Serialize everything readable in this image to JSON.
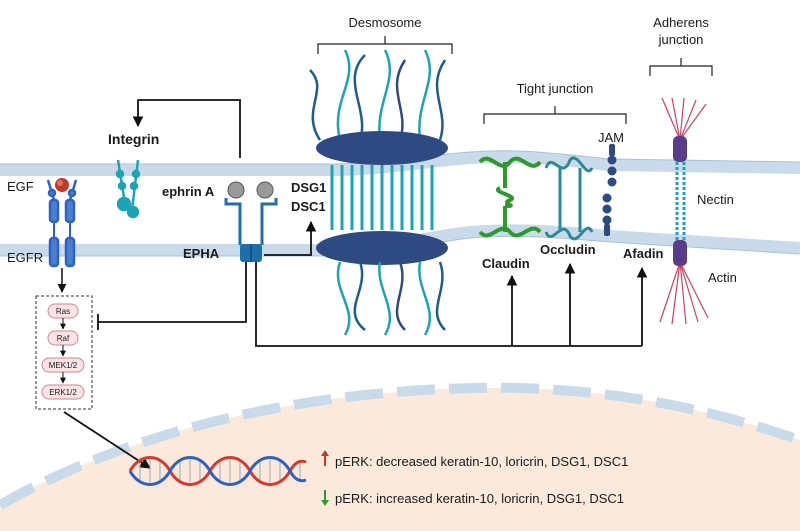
{
  "labels": {
    "desmosome": "Desmosome",
    "adherens_junction": [
      "Adherens",
      "junction"
    ],
    "tight_junction": "Tight junction",
    "integrin": "Integrin",
    "jam": "JAM",
    "egf": "EGF",
    "egfr": "EGFR",
    "ephrin_a": "ephrin A",
    "dsg1": "DSG1",
    "dsc1": "DSC1",
    "epha": "EPHA",
    "claudin": "Claudin",
    "occludin": "Occludin",
    "afadin": "Afadin",
    "nectin": "Nectin",
    "actin": "Actin"
  },
  "cascade": [
    "Ras",
    "Raf",
    "MEK1/2",
    "ERK1/2"
  ],
  "effects": {
    "up": "pERK: decreased keratin-10, loricrin, DSG1, DSC1",
    "down": "pERK: increased keratin-10, loricrin, DSG1, DSC1"
  },
  "colors": {
    "membrane": "#c9dbea",
    "nucleus": "#fbe9dc",
    "navy": "#2e4a82",
    "teal": "#1aa4b4",
    "green": "#2e9a2c",
    "dna_red": "#d63a2c",
    "dna_blue": "#2a63c4",
    "up_arrow": "#c0392b",
    "down_arrow": "#2e9a2c"
  }
}
